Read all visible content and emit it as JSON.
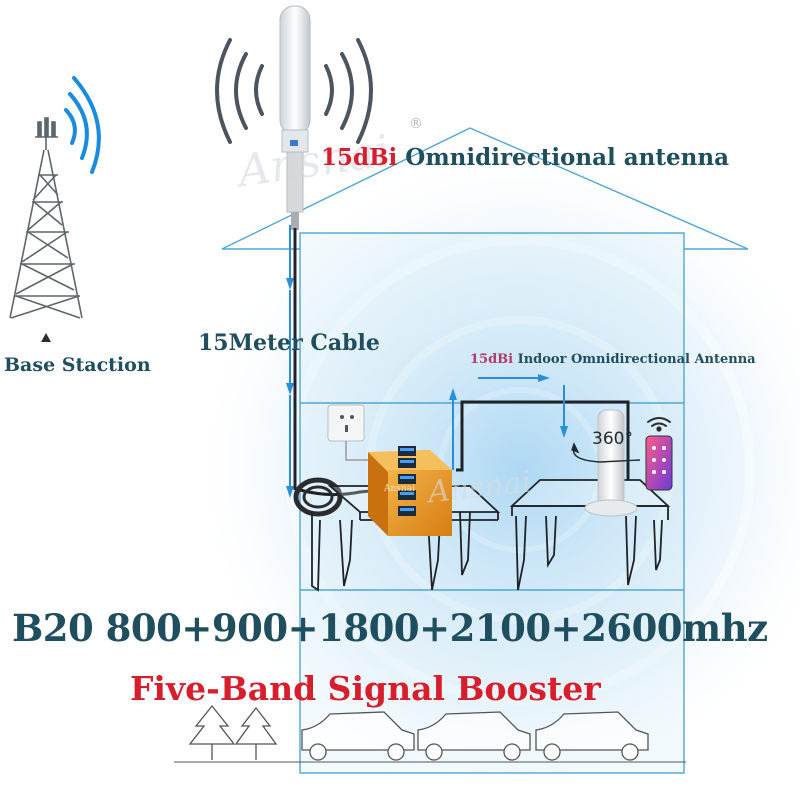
{
  "labels": {
    "base_station": "Base Staction",
    "cable": "15Meter Cable",
    "outdoor_gain": "15dBi",
    "outdoor_antenna": " Omnidirectional antenna",
    "indoor_gain": "15dBi",
    "indoor_antenna": " Indoor Omnidirectional Antenna",
    "bands": "B20 800+900+1800+2100+2600mhz",
    "product_title": "Five-Band Signal Booster",
    "rotation": "360°",
    "registered_mark": "®"
  },
  "watermark": {
    "main": "Ansnai",
    "repeat": "Ansnai",
    "booster": "Ansnai"
  },
  "colors": {
    "text_dark_teal": "#1f4e5f",
    "text_red": "#d81e2c",
    "indoor_gain_purple": "#b03a6a",
    "arrow_blue": "#2a8fd6",
    "house_line": "#4fa6d8",
    "signal_wave": "#1a8ce0",
    "booster_body": "#e8941f",
    "radiation_glow": "#cfe7f7"
  },
  "icons": [
    "cell-tower-icon",
    "outdoor-antenna-icon",
    "signal-wave-icon",
    "wall-socket-icon",
    "booster-icon",
    "cable-coil-icon",
    "indoor-antenna-icon",
    "smartphone-icon",
    "wifi-icon",
    "tree-icon",
    "car-icon",
    "table-icon"
  ]
}
